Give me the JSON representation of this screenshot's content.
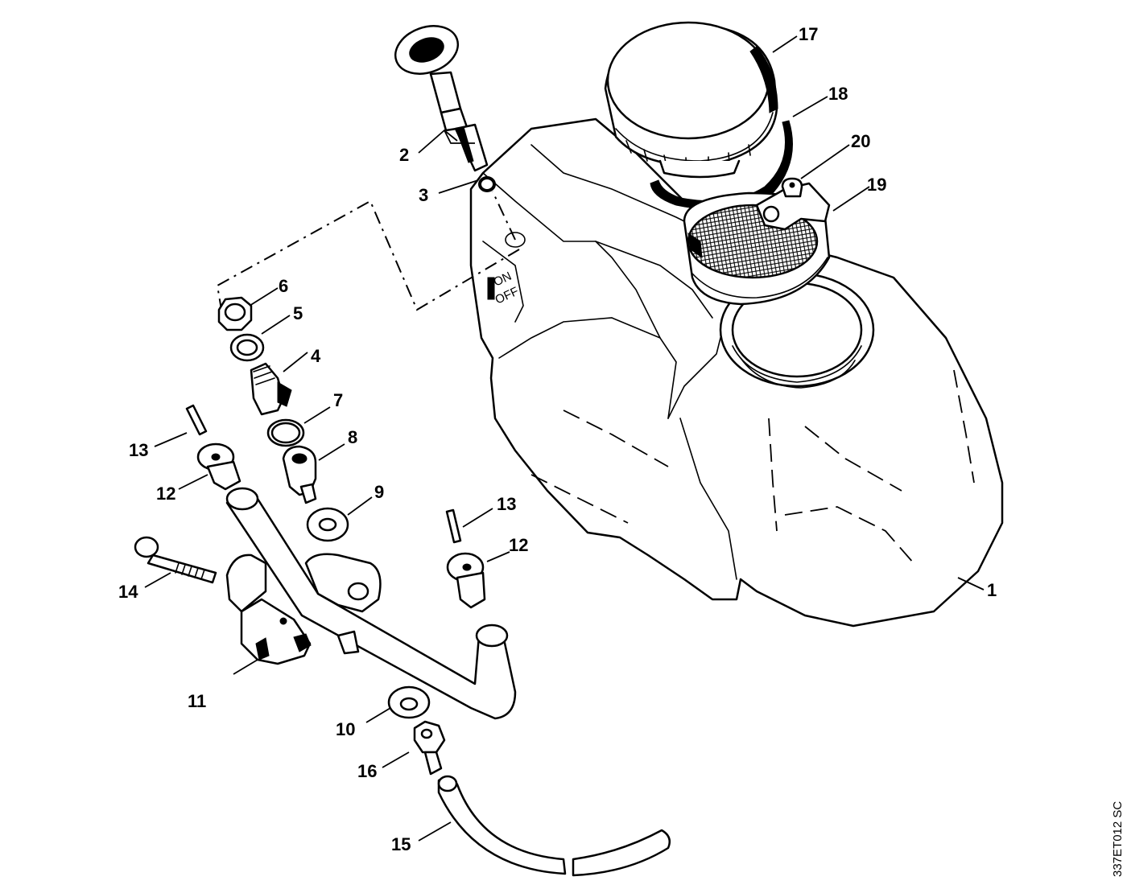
{
  "figure_code": "337ET012 SC",
  "tank_marks": [
    "ON",
    "OFF"
  ],
  "callouts": [
    {
      "id": "c1",
      "label": "1"
    },
    {
      "id": "c2",
      "label": "2"
    },
    {
      "id": "c3",
      "label": "3"
    },
    {
      "id": "c4",
      "label": "4"
    },
    {
      "id": "c5",
      "label": "5"
    },
    {
      "id": "c6",
      "label": "6"
    },
    {
      "id": "c7",
      "label": "7"
    },
    {
      "id": "c8",
      "label": "8"
    },
    {
      "id": "c9",
      "label": "9"
    },
    {
      "id": "c10",
      "label": "10"
    },
    {
      "id": "c11",
      "label": "11"
    },
    {
      "id": "c12a",
      "label": "12"
    },
    {
      "id": "c12b",
      "label": "12"
    },
    {
      "id": "c13a",
      "label": "13"
    },
    {
      "id": "c13b",
      "label": "13"
    },
    {
      "id": "c14",
      "label": "14"
    },
    {
      "id": "c15",
      "label": "15"
    },
    {
      "id": "c16",
      "label": "16"
    },
    {
      "id": "c17",
      "label": "17"
    },
    {
      "id": "c18",
      "label": "18"
    },
    {
      "id": "c19",
      "label": "19"
    },
    {
      "id": "c20",
      "label": "20"
    }
  ]
}
